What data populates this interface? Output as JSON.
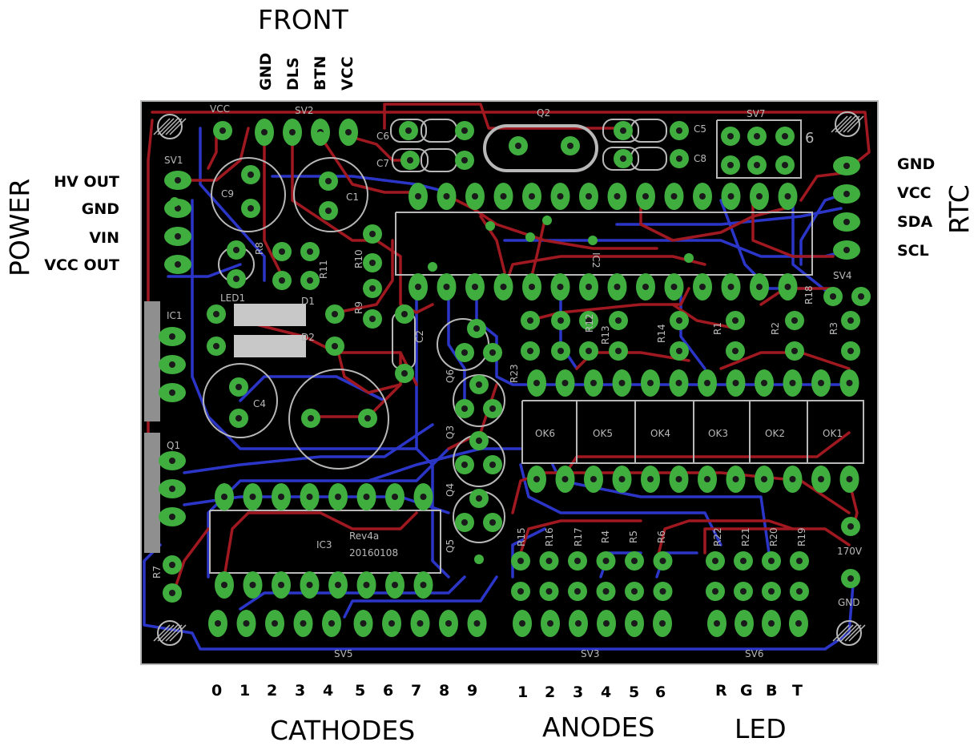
{
  "colors": {
    "board": "#000000",
    "top_copper": "#a01820",
    "bottom_copper": "#2b36c8",
    "pad": "#3fae3f",
    "silk": "#b8b8b8"
  },
  "labels": {
    "front": "FRONT",
    "power": "POWER",
    "rtc": "RTC",
    "cathodes": "CATHODES",
    "anodes": "ANODES",
    "led": "LED"
  },
  "front_pins": [
    "GND",
    "DLS",
    "BTN",
    "VCC"
  ],
  "power_pins": [
    "HV OUT",
    "GND",
    "VIN",
    "VCC OUT"
  ],
  "rtc_pins": [
    "GND",
    "VCC",
    "SDA",
    "SCL"
  ],
  "cathode_pins": [
    "0",
    "1",
    "2",
    "3",
    "4",
    "5",
    "6",
    "7",
    "8",
    "9"
  ],
  "anode_pins": [
    "1",
    "2",
    "3",
    "4",
    "5",
    "6"
  ],
  "led_pins": [
    "R",
    "G",
    "B",
    "T"
  ],
  "silkscreen": {
    "vcc": "VCC",
    "sv1": "SV1",
    "sv2": "SV2",
    "sv3": "SV3",
    "sv4": "SV4",
    "sv5": "SV5",
    "sv6": "SV6",
    "sv7": "SV7",
    "q1": "Q1",
    "q2": "Q2",
    "q3": "Q3",
    "q4": "Q4",
    "q5": "Q5",
    "q6": "Q6",
    "ic1": "IC1",
    "ic2": "IC2",
    "ic3": "IC3",
    "c1": "C1",
    "c2": "C2",
    "c4": "C4",
    "c5": "C5",
    "c6": "C6",
    "c7": "C7",
    "c8": "C8",
    "c9": "C9",
    "d1": "D1",
    "d2": "D2",
    "led1": "LED1",
    "r1": "R1",
    "r2": "R2",
    "r3": "R3",
    "r4": "R4",
    "r5": "R5",
    "r6": "R6",
    "r7": "R7",
    "r8": "R8",
    "r9": "R9",
    "r10": "R10",
    "r11": "R11",
    "r12": "R12",
    "r13": "R13",
    "r14": "R14",
    "r15": "R15",
    "r16": "R16",
    "r17": "R17",
    "r18": "R18",
    "r19": "R19",
    "r20": "R20",
    "r21": "R21",
    "r22": "R22",
    "r23": "R23",
    "ok1": "OK1",
    "ok2": "OK2",
    "ok3": "OK3",
    "ok4": "OK4",
    "ok5": "OK5",
    "ok6": "OK6",
    "rev": "Rev4a",
    "date": "20160108",
    "v170": "170V",
    "gnd": "GND",
    "six": "6"
  }
}
